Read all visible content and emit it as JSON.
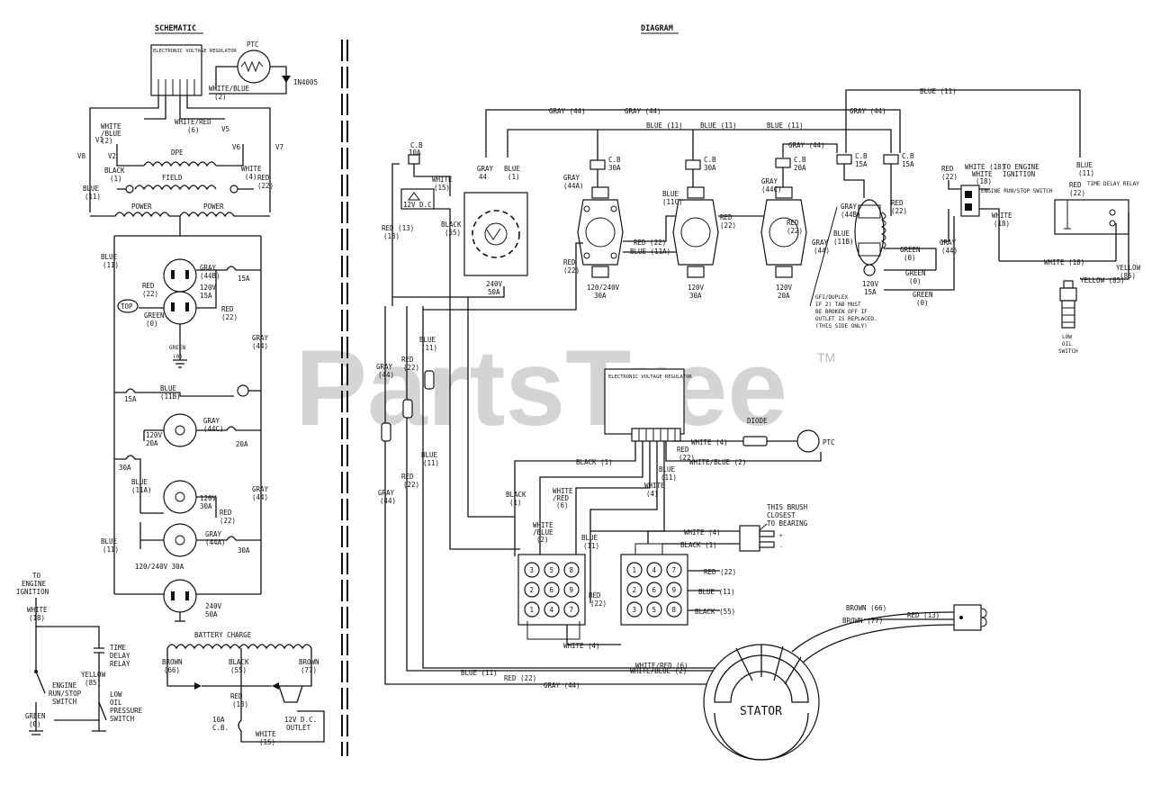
{
  "sections": {
    "schematic_title": "SCHEMATIC",
    "diagram_title": "DIAGRAM"
  },
  "watermark": {
    "text": "PartsTree",
    "tm": "TM"
  },
  "schematic": {
    "regulator_label": "ELECTRONIC VOLTAGE REGULATOR",
    "ptc": "PTC",
    "diode": "IN4005",
    "white_blue_2": "WHITE/BLUE",
    "white_blue_2b": "(2)",
    "white_red_6": "WHITE/RED",
    "six": "(6)",
    "white_blue_left": "WHITE",
    "white_blue_left2": "/BLUE",
    "white_blue_left3": "(2)",
    "v1": "V1",
    "v2": "V2",
    "v5": "V5",
    "v6": "V6",
    "v7": "V7",
    "v8": "V8",
    "dpe": "DPE",
    "black": "BLACK",
    "black_n": "(1)",
    "field": "FIELD",
    "white_4": "WHITE",
    "white_4n": "(4)",
    "red_22": "RED",
    "red_22n": "(22)",
    "blue_11": "BLUE",
    "blue_11n": "(11)",
    "power1": "POWER",
    "power2": "POWER",
    "blue_left": "BLUE",
    "blue_left_n": "(11)",
    "gray_44b": "GRAY",
    "gray_44b_n": "(44B)",
    "red_22b": "RED",
    "red_22b_n": "(22)",
    "v120_15": "120V",
    "a15": "15A",
    "top": "TOP",
    "green_0": "GREEN",
    "green_0n": "(0)",
    "red_22c": "RED",
    "red_22c_n": "(22)",
    "green_ground": "GREEN",
    "green_ground_n": "(0)",
    "gray_44": "GRAY",
    "gray_44n": "(44)",
    "cb15a": "15A",
    "cb15a_r": "15A",
    "blue_11b": "BLUE",
    "blue_11b_n": "(11B)",
    "v120_20": "120V",
    "a20": "20A",
    "gray_44c": "GRAY",
    "gray_44c_n": "(44C)",
    "cb20a": "20A",
    "cb30a": "30A",
    "blue_11a": "BLUE",
    "blue_11a_n": "(11A)",
    "v120_30": "120V",
    "a30": "30A",
    "red_22d": "RED",
    "red_22d_n": "(22)",
    "gray_44d": "GRAY",
    "gray_44d_n": "(44)",
    "blue_bottom": "BLUE",
    "blue_bottom_n": "(11)",
    "gray_44a": "GRAY",
    "gray_44a_n": "(44A)",
    "cb30a_b": "30A",
    "r120_240": "120/240V 30A",
    "v240": "240V",
    "a50": "50A",
    "to_engine": "TO",
    "engine": "ENGINE",
    "ignition": "IGNITION",
    "white_18": "WHITE",
    "white_18n": "(18)",
    "time_delay": "TIME",
    "delay": "DELAY",
    "relay": "RELAY",
    "yellow_85": "YELLOW",
    "yellow_85n": "(85)",
    "engine_run": "ENGINE",
    "run_stop": "RUN/STOP",
    "switch": "SWITCH",
    "low_oil": "LOW",
    "oil": "OIL",
    "pressure": "PRESSURE",
    "switch2": "SWITCH",
    "green_b": "GREEN",
    "green_bn": "(0)",
    "battery_charge": "BATTERY CHARGE",
    "brown_66": "BROWN",
    "brown_66n": "(66)",
    "black_55": "BLACK",
    "black_55n": "(55)",
    "brown_77": "BROWN",
    "brown_77n": "(77)",
    "red_13": "RED",
    "red_13n": "(13)",
    "cb10a": "10A",
    "cb": "C.B.",
    "white_15": "WHITE",
    "white_15n": "(15)",
    "v12dc": "12V D.C.",
    "outlet": "OUTLET"
  },
  "diagram": {
    "gray_44_top": "GRAY (44)",
    "gray_44_top2": "GRAY (44)",
    "gray_44_top3": "GRAY (44)",
    "blue_11_top": "BLUE (11)",
    "blue_11_a": "BLUE (11)",
    "blue_11_b": "BLUE (11)",
    "blue_11_c": "BLUE (11)",
    "cb10a": "C.B",
    "cb10a_v": "10A",
    "white_15": "WHITE",
    "white_15n": "(15)",
    "v12dc": "12V D.C.",
    "black_55": "BLACK (55)",
    "black_55n": "(55)",
    "red_13": "RED (13)",
    "red_13n": "(13)",
    "gray44_v": "GRAY",
    "gray44_vn": "44",
    "blue11_v": "BLUE",
    "blue11_vn": "(1)",
    "r240": "240V",
    "r240a": "50A",
    "cb30a_1": "C.B",
    "cb30a_1v": "30A",
    "gray_44a": "GRAY",
    "gray_44a_n": "(44A)",
    "red_22_a": "RED (22)",
    "blue_11a": "BLUE (11A)",
    "red_22_b": "RED",
    "red_22_bn": "(22)",
    "r120_240": "120/240V",
    "r120_240a": "30A",
    "cb30a_2": "C.B",
    "cb30a_2v": "30A",
    "blue_11c": "BLUE",
    "blue_11c_n": "(11C)",
    "red_22_c": "RED",
    "red_22_cn": "(22)",
    "r120_30": "120V",
    "r120_30a": "30A",
    "gray_44_4": "GRAY (44)",
    "cb20a": "C.B",
    "cb20a_v": "20A",
    "gray_44c": "GRAY",
    "gray_44c_n": "(44C)",
    "red_22_d": "RED",
    "red_22_dn": "(22)",
    "r120_20": "120V",
    "r120_20a": "20A",
    "cb15a_1": "C.B",
    "cb15a_1v": "15A",
    "cb15a_2": "C.B",
    "cb15a_2v": "15A",
    "gray_44b": "GRAY",
    "gray_44b_n": "(44B)",
    "red_22_e": "RED",
    "red_22_en": "(22)",
    "gray_44_e": "GRAY",
    "gray_44_en": "(44)",
    "blue_11b": "BLUE",
    "blue_11b_n": "(11B)",
    "green_0a": "GREEN",
    "green_0an": "(0)",
    "green_0b": "GREEN",
    "green_0bn": "(0)",
    "green_0c": "GREEN",
    "green_0cn": "(0)",
    "r120_15": "120V",
    "r120_15a": "15A",
    "gfi_note1": "GFI/DUPLEX",
    "gfi_note2": "IF 2) TAB MUST",
    "gfi_note3": "BE BROKEN OFF IF",
    "gfi_note4": "OUTLET IS REPLACED.",
    "gfi_note5": "(THIS SIDE ONLY)",
    "red_22_f": "RED",
    "red_22_fn": "(22)",
    "white_18": "WHITE (18)",
    "to_engine": "TO ENGINE",
    "ignition": "IGNITION",
    "engine_switch": "ENGINE RUN/STOP SWITCH",
    "blue_18": "WHITE",
    "blue_18n": "(18)",
    "gray_44_f": "GRAY",
    "gray_44_fn": "(44)",
    "white_18b": "WHITE (18)",
    "time_delay": "TIME DELAY RELAY",
    "red_22_g": "RED",
    "red_22_gn": "(22)",
    "blue_11_g": "BLUE",
    "blue_11_gn": "(11)",
    "yellow_85": "YELLOW (85)",
    "yellow_85b": "YELLOW",
    "yellow_85bn": "(85)",
    "low_oil": "LOW",
    "oil": "OIL",
    "switch": "SWITCH",
    "gray_44_v2": "GRAY",
    "gray_44_v2n": "(44)",
    "red_22_v": "RED",
    "red_22_vn": "(22)",
    "blue_11_v": "BLUE",
    "blue_11_vn": "(11)",
    "regulator": "ELECTRONIC VOLTAGE REGULATOR",
    "reg_term": "PTC",
    "diode": "DIODE",
    "ptc": "PTC",
    "white_4": "WHITE (4)",
    "white_blue_2": "WHITE/BLUE (2)",
    "black_1": "BLACK (1)",
    "red_22_h": "RED",
    "red_22_hn": "(22)",
    "blue_11_h": "BLUE",
    "blue_11_hn": "(11)",
    "white_4b": "WHITE",
    "white_4bn": "(4)",
    "black_1b": "BLACK",
    "black_1bn": "(1)",
    "white_red_6": "WHITE",
    "white_red_6b": "/RED",
    "white_red_6n": "(6)",
    "white_blue_2b": "WHITE",
    "white_blue_2bb": "/BLUE",
    "white_blue_2bn": "(2)",
    "blue_11_i": "BLUE",
    "blue_11_in": "(11)",
    "gray_44_g": "GRAY",
    "gray_44_gn": "(44)",
    "red_22_i": "RED",
    "red_22_in": "(22)",
    "gray_44_h": "GRAY",
    "gray_44_hn": "(44)",
    "red_22_j": "RED",
    "red_22_jn": "(22)",
    "blue_11_j": "BLUE",
    "blue_11_jn": "(11)",
    "this_brush": "THIS BRUSH",
    "closest": "CLOSEST",
    "to_bearing": "TO BEARING",
    "white_4c": "WHITE (4)",
    "black_1c": "BLACK (1)",
    "red_22_k": "RED (22)",
    "blue_11_k": "BLUE (11)",
    "white_4d": "WHITE (4)",
    "red_22_l": "RED",
    "red_22_ln": "(22)",
    "brown_66": "BROWN (66)",
    "brown_77": "BROWN (77)",
    "white_red_6c": "WHITE/RED (6)",
    "white_blue_2c": "WHITE/BLUE (2)",
    "blue_11_bottom": "BLUE (11)",
    "red_22_bottom": "RED (22)",
    "gray_44_bottom": "GRAY (44)",
    "stator": "STATOR",
    "pin_labels": [
      "3",
      "5",
      "8",
      "2",
      "6",
      "9",
      "1",
      "4",
      "7"
    ],
    "pin_labels2": [
      "1",
      "4",
      "7",
      "2",
      "6",
      "9",
      "3",
      "5",
      "8"
    ]
  }
}
